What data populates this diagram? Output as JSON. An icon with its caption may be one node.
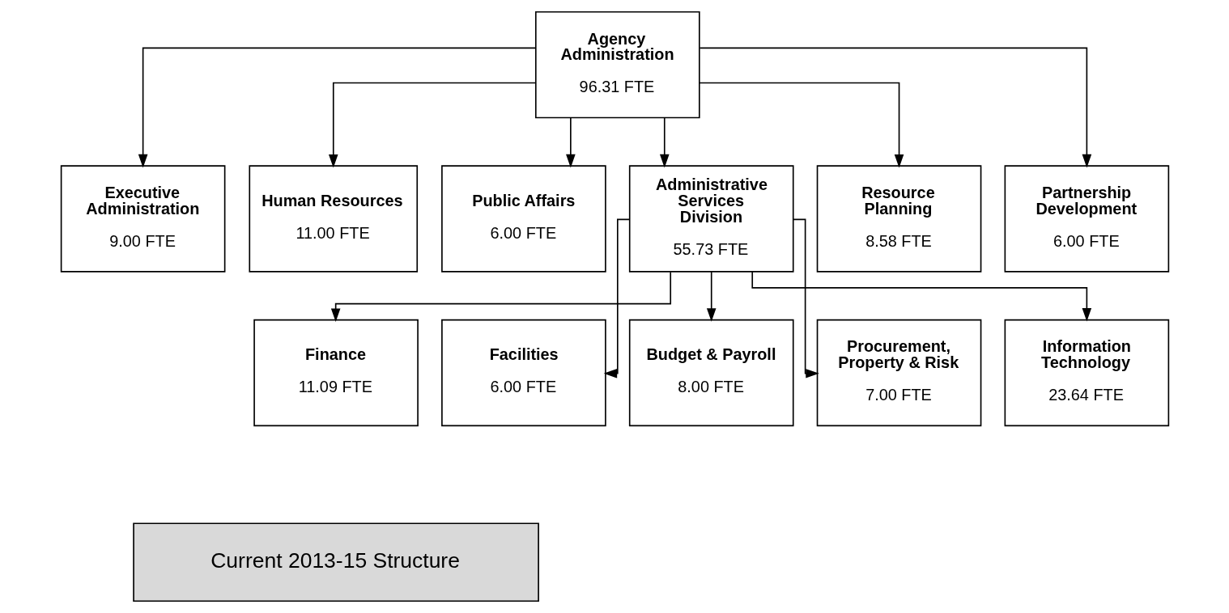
{
  "diagram": {
    "nodes": [
      {
        "text": [
          "Agency Administration",
          "96.31 FTE"
        ]
      },
      {
        "text": [
          "Executive Administration",
          "9.00 FTE"
        ]
      },
      {
        "text": [
          "Human Resources",
          "11.00 FTE"
        ]
      },
      {
        "text": [
          "Public Affairs",
          "6.00 FTE"
        ]
      },
      {
        "text": [
          "Administrative Services Division",
          "55.73 FTE"
        ]
      },
      {
        "text": [
          "Resource Planning",
          "8.58 FTE"
        ]
      },
      {
        "text": [
          "Partnership Development",
          "6.00 FTE"
        ]
      },
      {
        "text": [
          "Finance",
          "11.09 FTE"
        ]
      },
      {
        "text": [
          "Facilities",
          "6.00 FTE"
        ]
      },
      {
        "text": [
          "Budget & Payroll",
          "8.00 FTE"
        ]
      },
      {
        "text": [
          "Procurement, Property & Risk",
          "7.00 FTE"
        ]
      },
      {
        "text": [
          "Information Technology",
          "23.64 FTE"
        ]
      },
      {
        "text": [
          "Current 2013-15 Structure"
        ]
      }
    ],
    "edges": [
      {
        "from": 0,
        "to": 1,
        "arrow": "to"
      },
      {
        "from": 0,
        "to": 2,
        "arrow": "to"
      },
      {
        "from": 0,
        "to": 3,
        "arrow": "to"
      },
      {
        "from": 0,
        "to": 4,
        "arrow": "to"
      },
      {
        "from": 0,
        "to": 5,
        "arrow": "to"
      },
      {
        "from": 0,
        "to": 6,
        "arrow": "to"
      },
      {
        "from": 4,
        "to": 7,
        "arrow": "to"
      },
      {
        "from": 4,
        "to": 8,
        "arrow": "to"
      },
      {
        "from": 4,
        "to": 9,
        "arrow": "to"
      },
      {
        "from": 4,
        "to": 10,
        "arrow": "to"
      },
      {
        "from": 4,
        "to": 11,
        "arrow": "to"
      }
    ]
  }
}
